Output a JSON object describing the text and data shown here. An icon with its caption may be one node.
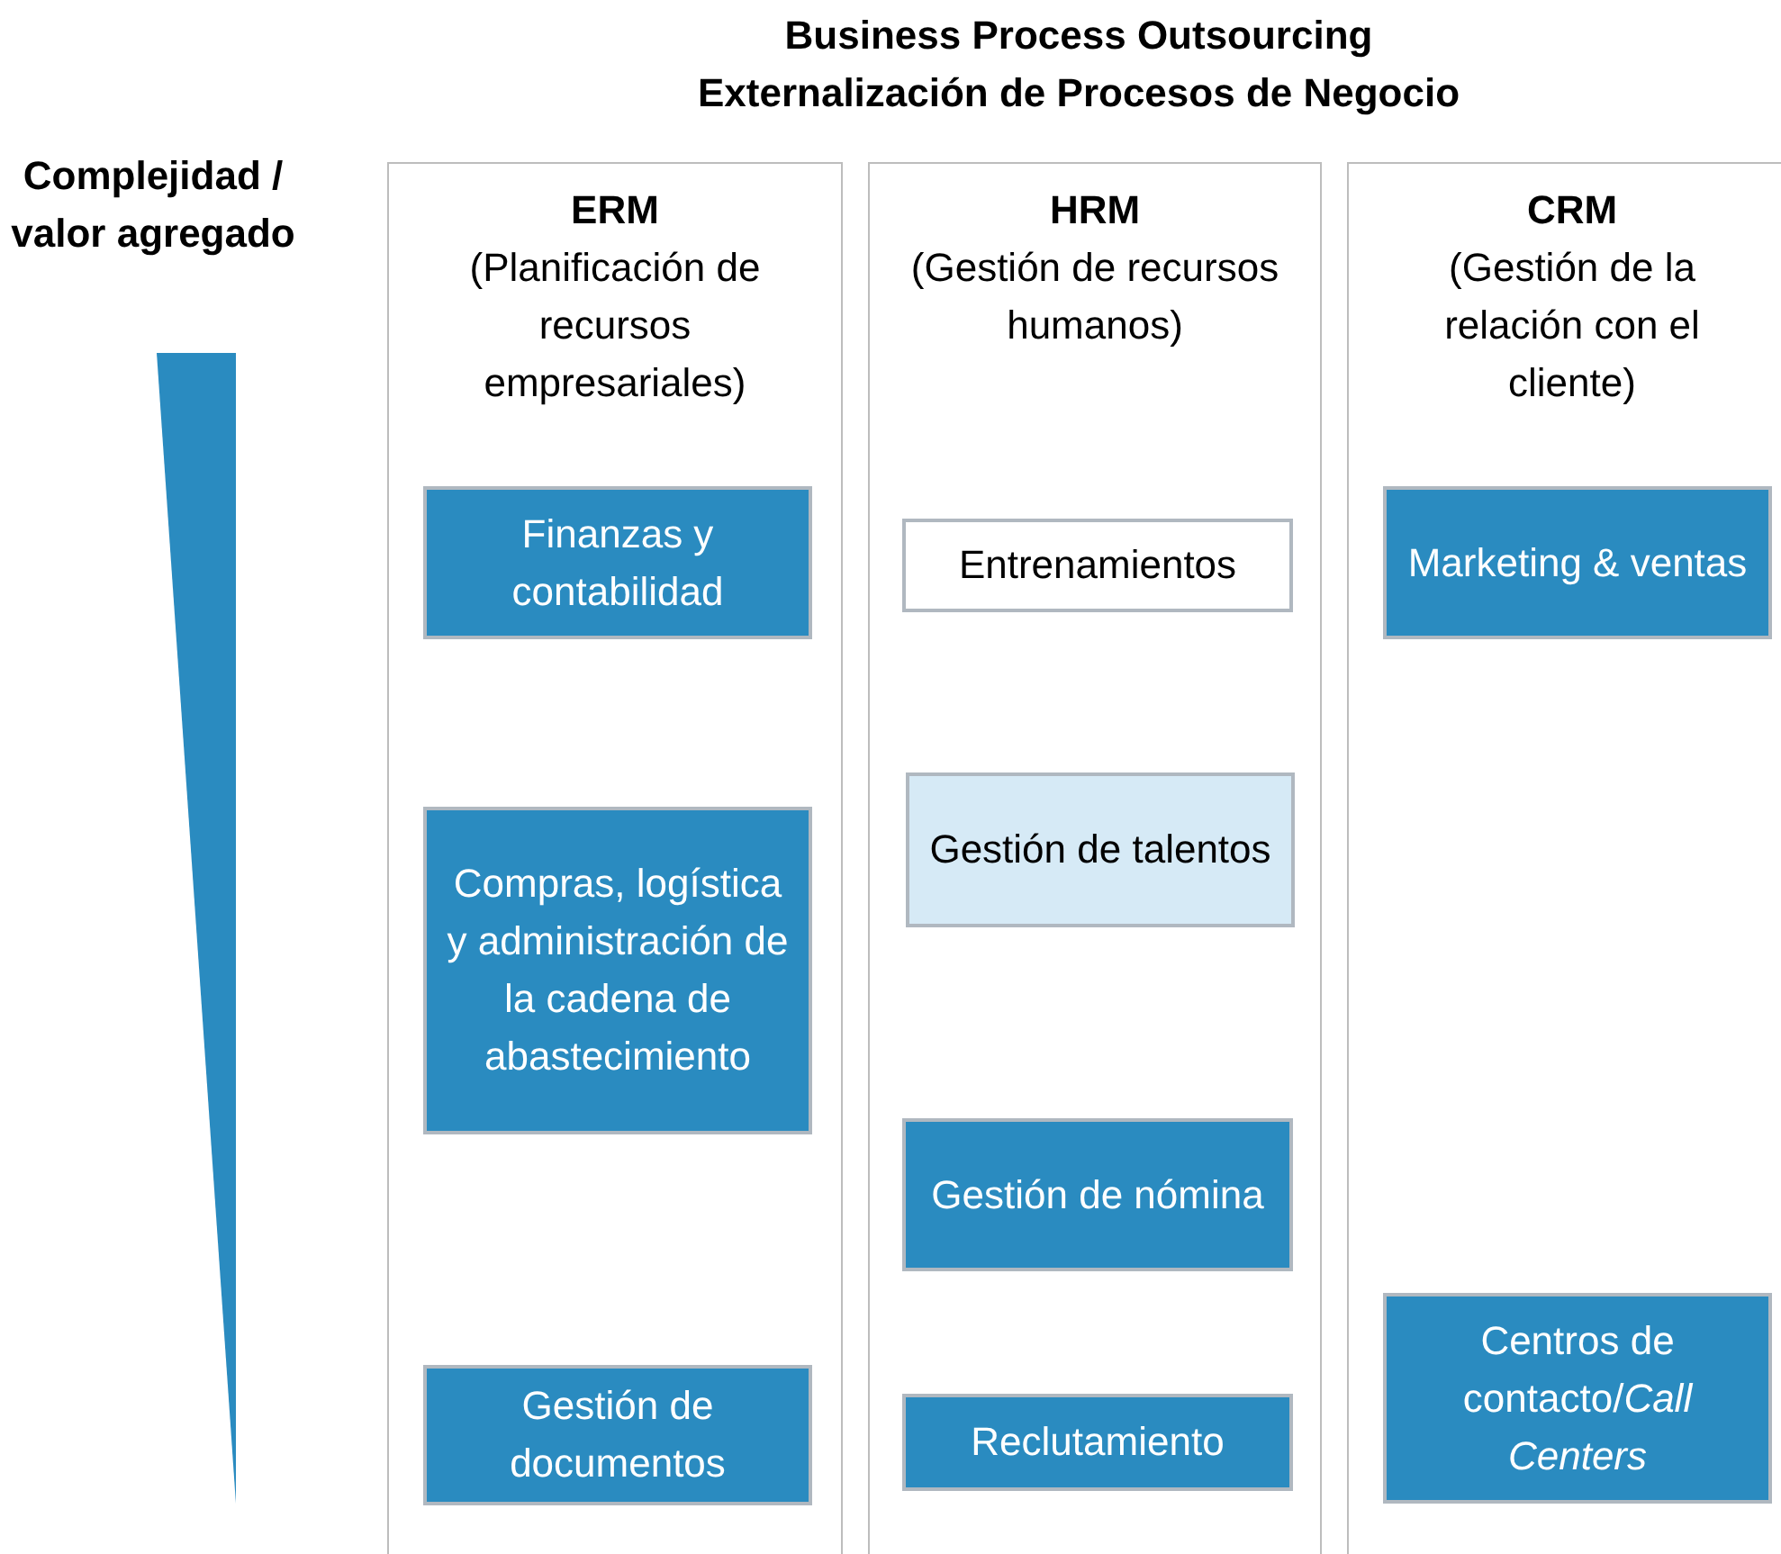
{
  "diagram": {
    "title": "Business Process Outsourcing",
    "nodes": [
      {
        "text": [
          "ERM",
          "(Planificación de recursos empresariales)"
        ]
      },
      {
        "text": [
          "Finanzas y contabilidad"
        ],
        "in": 0
      },
      {
        "text": [
          "Compras, logística y administración de la cadena de abastecimiento"
        ],
        "in": 0
      },
      {
        "text": [
          "Gestión de documentos"
        ],
        "in": 0
      },
      {
        "text": [
          "HRM",
          "(Gestión de recursos humanos)"
        ]
      },
      {
        "text": [
          "Entrenamientos"
        ],
        "in": 4
      },
      {
        "text": [
          "Gestión de talentos"
        ],
        "in": 4
      },
      {
        "text": [
          "Gestión de nómina"
        ],
        "in": 4
      },
      {
        "text": [
          "Reclutamiento"
        ],
        "in": 4
      },
      {
        "text": [
          "CRM",
          "(Gestión de la relación con el cliente)"
        ]
      },
      {
        "text": [
          "Marketing & ventas"
        ],
        "in": 9
      },
      {
        "text": [
          "Centros de contacto/*Call Centers*"
        ],
        "in": 9
      },
      {
        "text": [],
        "shape": "triangle"
      }
    ],
    "edges": [],
    "labels": [
      "Externalización de Procesos de Negocio",
      "Complejidad / valor agregado"
    ]
  }
}
